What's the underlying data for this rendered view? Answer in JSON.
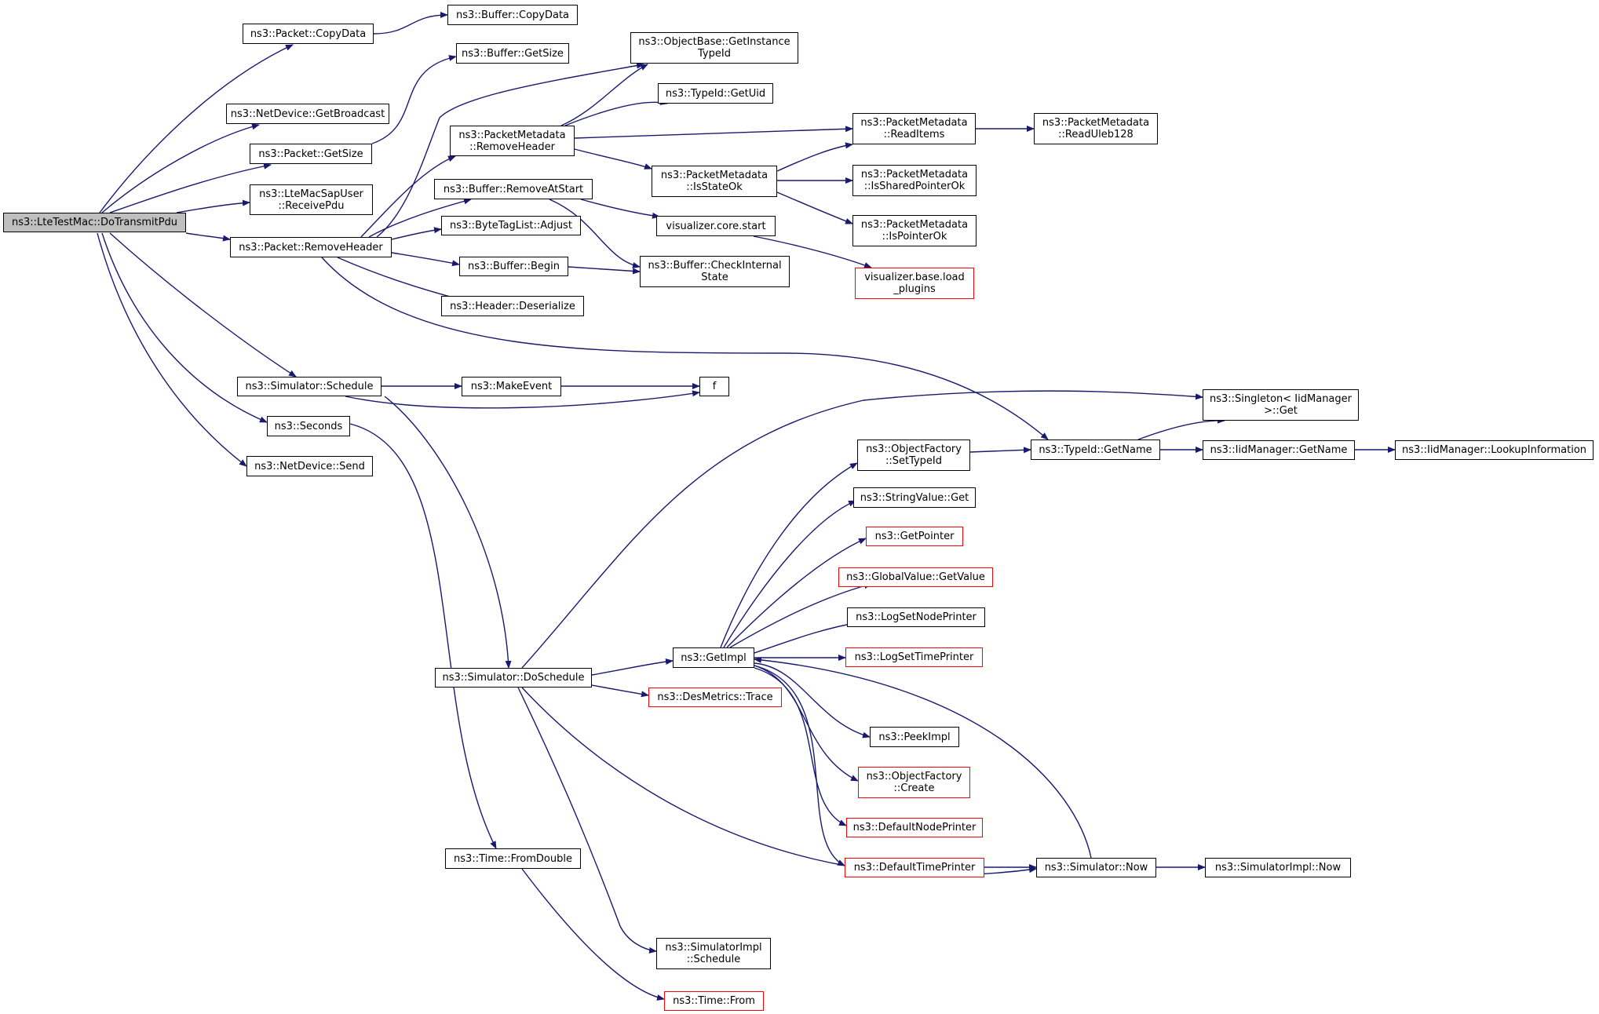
{
  "theme": {
    "edge_color": "#191970",
    "node_border": "#000000",
    "incomplete_border": "#ff0000",
    "root_fill": "#bfbfbf"
  },
  "nodes": {
    "root": {
      "label": "ns3::LteTestMac::DoTransmitPdu",
      "root": true
    },
    "pkt_copydata": {
      "label": "ns3::Packet::CopyData"
    },
    "buf_copydata": {
      "label": "ns3::Buffer::CopyData"
    },
    "netdev_getbroadcast": {
      "label": "ns3::NetDevice::GetBroadcast"
    },
    "pkt_getsize": {
      "label": "ns3::Packet::GetSize"
    },
    "buf_getsize": {
      "label": "ns3::Buffer::GetSize"
    },
    "ltemacsapuser": {
      "label": "ns3::LteMacSapUser\n::ReceivePdu"
    },
    "pkt_removeheader": {
      "label": "ns3::Packet::RemoveHeader"
    },
    "objbase_gettypeid": {
      "label": "ns3::ObjectBase::GetInstance\nTypeId"
    },
    "typeid_getuid": {
      "label": "ns3::TypeId::GetUid"
    },
    "pm_removeheader": {
      "label": "ns3::PacketMetadata\n::RemoveHeader"
    },
    "pm_readitems": {
      "label": "ns3::PacketMetadata\n::ReadItems"
    },
    "pm_readuleb": {
      "label": "ns3::PacketMetadata\n::ReadUleb128"
    },
    "pm_isstateok": {
      "label": "ns3::PacketMetadata\n::IsStateOk"
    },
    "pm_issharedptr": {
      "label": "ns3::PacketMetadata\n::IsSharedPointerOk"
    },
    "pm_isptr": {
      "label": "ns3::PacketMetadata\n::IsPointerOk"
    },
    "buf_removeatstart": {
      "label": "ns3::Buffer::RemoveAtStart"
    },
    "vis_core_start": {
      "label": "visualizer.core.start"
    },
    "vis_base_load": {
      "label": "visualizer.base.load\n_plugins",
      "red": true
    },
    "bytetag_adjust": {
      "label": "ns3::ByteTagList::Adjust"
    },
    "buf_begin": {
      "label": "ns3::Buffer::Begin"
    },
    "buf_checkinternal": {
      "label": "ns3::Buffer::CheckInternal\nState"
    },
    "header_deserialize": {
      "label": "ns3::Header::Deserialize"
    },
    "sim_schedule": {
      "label": "ns3::Simulator::Schedule"
    },
    "makeevent": {
      "label": "ns3::MakeEvent"
    },
    "f": {
      "label": "f"
    },
    "seconds": {
      "label": "ns3::Seconds"
    },
    "netdev_send": {
      "label": "ns3::NetDevice::Send"
    },
    "singleton_get": {
      "label": "ns3::Singleton< IidManager\n>::Get"
    },
    "objfactory_settypeid": {
      "label": "ns3::ObjectFactory\n::SetTypeId"
    },
    "typeid_getname": {
      "label": "ns3::TypeId::GetName"
    },
    "iid_getname": {
      "label": "ns3::IidManager::GetName"
    },
    "iid_lookup": {
      "label": "ns3::IidManager::LookupInformation"
    },
    "stringvalue_get": {
      "label": "ns3::StringValue::Get"
    },
    "getpointer": {
      "label": "ns3::GetPointer",
      "red": true
    },
    "globalvalue_get": {
      "label": "ns3::GlobalValue::GetValue",
      "red": true
    },
    "logsetnodeprinter": {
      "label": "ns3::LogSetNodePrinter"
    },
    "getimpl": {
      "label": "ns3::GetImpl"
    },
    "logsettimeprinter": {
      "label": "ns3::LogSetTimePrinter",
      "red": true
    },
    "sim_doschedule": {
      "label": "ns3::Simulator::DoSchedule"
    },
    "desmetrics_trace": {
      "label": "ns3::DesMetrics::Trace",
      "red": true
    },
    "peekimpl": {
      "label": "ns3::PeekImpl"
    },
    "objfactory_create": {
      "label": "ns3::ObjectFactory\n::Create",
      "red": true
    },
    "defaultnodeprinter": {
      "label": "ns3::DefaultNodePrinter",
      "red": true
    },
    "defaulttimeprinter": {
      "label": "ns3::DefaultTimePrinter",
      "red": true
    },
    "sim_now": {
      "label": "ns3::Simulator::Now"
    },
    "simimpl_now": {
      "label": "ns3::SimulatorImpl::Now"
    },
    "time_fromdouble": {
      "label": "ns3::Time::FromDouble"
    },
    "simimpl_schedule": {
      "label": "ns3::SimulatorImpl\n::Schedule"
    },
    "time_from": {
      "label": "ns3::Time::From",
      "red": true
    }
  },
  "edges": [
    [
      "root",
      "pkt_copydata"
    ],
    [
      "pkt_copydata",
      "buf_copydata"
    ],
    [
      "root",
      "netdev_getbroadcast"
    ],
    [
      "root",
      "pkt_getsize"
    ],
    [
      "pkt_getsize",
      "buf_getsize"
    ],
    [
      "root",
      "ltemacsapuser"
    ],
    [
      "root",
      "pkt_removeheader"
    ],
    [
      "pkt_removeheader",
      "objbase_gettypeid"
    ],
    [
      "pkt_removeheader",
      "pm_removeheader"
    ],
    [
      "pm_removeheader",
      "objbase_gettypeid"
    ],
    [
      "pm_removeheader",
      "typeid_getuid"
    ],
    [
      "pm_removeheader",
      "pm_readitems"
    ],
    [
      "pm_removeheader",
      "pm_isstateok"
    ],
    [
      "pm_readitems",
      "pm_readuleb"
    ],
    [
      "pm_isstateok",
      "pm_readitems"
    ],
    [
      "pm_isstateok",
      "pm_issharedptr"
    ],
    [
      "pm_isstateok",
      "pm_isptr"
    ],
    [
      "pkt_removeheader",
      "buf_removeatstart"
    ],
    [
      "buf_removeatstart",
      "vis_core_start"
    ],
    [
      "buf_removeatstart",
      "buf_checkinternal"
    ],
    [
      "vis_core_start",
      "vis_base_load"
    ],
    [
      "pkt_removeheader",
      "bytetag_adjust"
    ],
    [
      "pkt_removeheader",
      "buf_begin"
    ],
    [
      "buf_begin",
      "buf_checkinternal"
    ],
    [
      "pkt_removeheader",
      "header_deserialize"
    ],
    [
      "pkt_removeheader",
      "typeid_getname"
    ],
    [
      "root",
      "sim_schedule"
    ],
    [
      "sim_schedule",
      "makeevent"
    ],
    [
      "makeevent",
      "f"
    ],
    [
      "sim_schedule",
      "f"
    ],
    [
      "sim_schedule",
      "sim_doschedule"
    ],
    [
      "root",
      "seconds"
    ],
    [
      "seconds",
      "time_fromdouble"
    ],
    [
      "root",
      "netdev_send"
    ],
    [
      "typeid_getname",
      "singleton_get"
    ],
    [
      "typeid_getname",
      "iid_getname"
    ],
    [
      "iid_getname",
      "iid_lookup"
    ],
    [
      "objfactory_settypeid",
      "typeid_getname"
    ],
    [
      "sim_doschedule",
      "singleton_get"
    ],
    [
      "sim_doschedule",
      "getimpl"
    ],
    [
      "sim_doschedule",
      "desmetrics_trace"
    ],
    [
      "sim_doschedule",
      "sim_now"
    ],
    [
      "sim_doschedule",
      "simimpl_schedule"
    ],
    [
      "getimpl",
      "objfactory_settypeid"
    ],
    [
      "getimpl",
      "stringvalue_get"
    ],
    [
      "getimpl",
      "getpointer"
    ],
    [
      "getimpl",
      "globalvalue_get"
    ],
    [
      "getimpl",
      "logsetnodeprinter"
    ],
    [
      "getimpl",
      "logsettimeprinter"
    ],
    [
      "getimpl",
      "peekimpl"
    ],
    [
      "getimpl",
      "objfactory_create"
    ],
    [
      "getimpl",
      "defaultnodeprinter"
    ],
    [
      "getimpl",
      "defaulttimeprinter"
    ],
    [
      "defaulttimeprinter",
      "sim_now"
    ],
    [
      "sim_now",
      "getimpl"
    ],
    [
      "sim_now",
      "simimpl_now"
    ],
    [
      "time_fromdouble",
      "time_from"
    ]
  ]
}
